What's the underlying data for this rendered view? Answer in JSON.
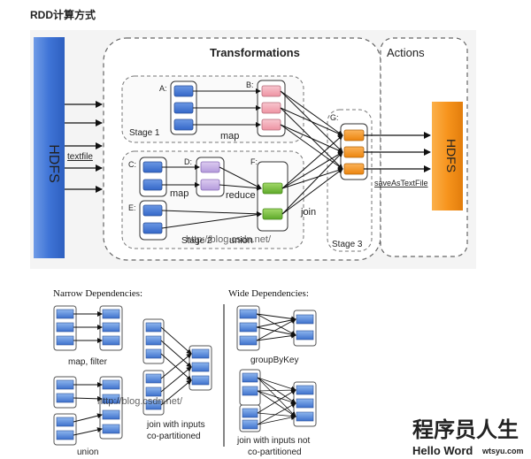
{
  "page_title": "RDD计算方式",
  "top": {
    "transformations_label": "Transformations",
    "actions_label": "Actions",
    "hdfs_left": "HDFS",
    "hdfs_right": "HDFS",
    "textfile_label": "textfile",
    "stage1_label": "Stage 1",
    "stage2_label": "Stage 2",
    "stage3_label": "Stage 3",
    "map_label_1": "map",
    "map_label_2": "map",
    "reduce_label": "reduce",
    "union_label": "union",
    "join_label": "join",
    "save_label": "saveAsTextFile",
    "rdd_labels": {
      "a": "A:",
      "b": "B:",
      "c": "C:",
      "d": "D:",
      "e": "E:",
      "f": "F:",
      "g": "G:"
    },
    "colors": {
      "blue": "#4a7fd8",
      "pink": "#f3a9b5",
      "purple": "#c9b3e6",
      "green": "#7dc242",
      "orange": "#f7941d"
    }
  },
  "bottom": {
    "narrow_title": "Narrow Dependencies:",
    "wide_title": "Wide Dependencies:",
    "map_filter_label": "map, filter",
    "union_label": "union",
    "join_copart_line1": "join with inputs",
    "join_copart_line2": "co-partitioned",
    "groupbykey_label": "groupByKey",
    "join_noncopart_line1": "join with inputs not",
    "join_noncopart_line2": "co-partitioned"
  },
  "watermark": {
    "url": "http://blog.csdn.net/",
    "brand_cn": "程序员人生",
    "brand_en": "Hello Word",
    "brand_site": "wtsyu.com"
  }
}
